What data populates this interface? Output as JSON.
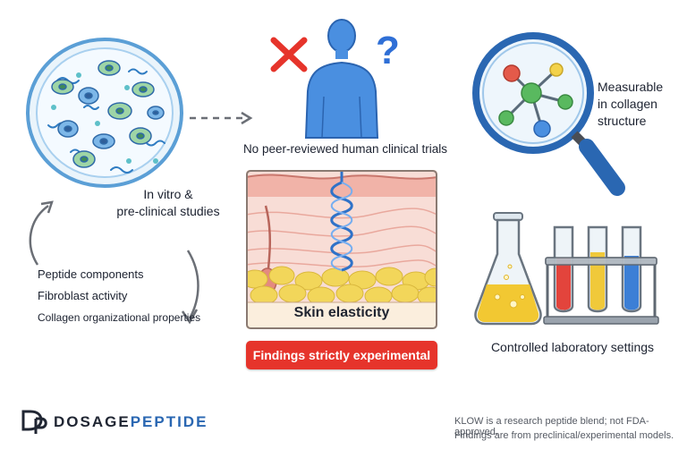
{
  "colors": {
    "accent_blue": "#2a67b2",
    "person_blue": "#4a8fe0",
    "cross_red": "#e6342b",
    "question_blue": "#2f6fd6",
    "banner_red": "#e6342b",
    "fat_yellow": "#f2d65a",
    "skin_pink": "#f6c7bf"
  },
  "icons": {
    "petri": "petri-dish-icon",
    "person": "human-figure-icon",
    "cross": "red-x-icon",
    "question": "question-mark-icon",
    "magnifier": "magnifying-glass-icon",
    "molecule": "molecule-icon",
    "flask": "erlenmeyer-flask-icon",
    "tubes": "test-tubes-icon",
    "skin": "skin-cross-section-icon",
    "collagen": "collagen-helix-icon",
    "logo": "dp-logo-icon"
  },
  "diagram": {
    "invitro_label": [
      "In vitro &",
      "pre-clinical studies"
    ],
    "no_trials_label": "No peer-reviewed human clinical trials",
    "measurable_label": [
      "Measurable",
      "in collagen",
      "structure"
    ],
    "factors": [
      "Peptide components",
      "Fibroblast activity",
      "Collagen organizational properties"
    ],
    "skin_label": "Skin elasticity",
    "banner": "Findings strictly experimental",
    "lab_label": "Controlled laboratory settings"
  },
  "footer": {
    "brand_part1": "DOSAGE",
    "brand_part2": "PEPTIDE",
    "disclaimer": [
      "KLOW is a research peptide blend; not FDA-approved.",
      "Findings are from preclinical/experimental models."
    ]
  }
}
